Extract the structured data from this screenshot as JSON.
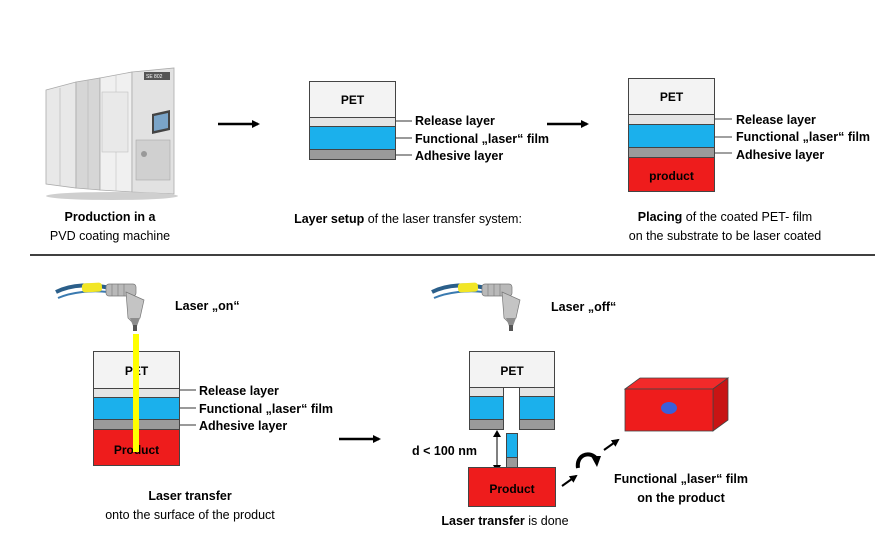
{
  "section1": {
    "machine_caption_bold": "Production in a",
    "machine_caption": "PVD coating machine",
    "setup_caption_bold": "Layer setup",
    "setup_caption": " of the laser transfer system:",
    "placing_caption_bold": "Placing",
    "placing_caption_line1": " of the coated PET- film",
    "placing_caption_line2": "on the substrate to be laser coated"
  },
  "layers": {
    "pet": "PET",
    "release": "Release layer",
    "functional": "Functional „laser“ film",
    "adhesive": "Adhesive layer",
    "product_lower": "product",
    "product": "Product"
  },
  "section2": {
    "laser_on": "Laser „on“",
    "laser_off": "Laser „off“",
    "gap": "d < 100 nm",
    "transfer_caption_bold": "Laser transfer",
    "transfer_caption": "onto the surface of the product",
    "done_caption_bold": "Laser transfer",
    "done_caption": " is done",
    "result_line1": "Functional „laser“ film",
    "result_line2": "on the product"
  },
  "colors": {
    "functional": "#1bb0ec",
    "product": "#ee1c1c",
    "laser_beam": "#ffff00",
    "adhesive": "#9a9a9a"
  },
  "icons": [
    "pvd-coating-machine",
    "laser-head-icon",
    "arrow-icon",
    "rotate-arrow-icon"
  ]
}
